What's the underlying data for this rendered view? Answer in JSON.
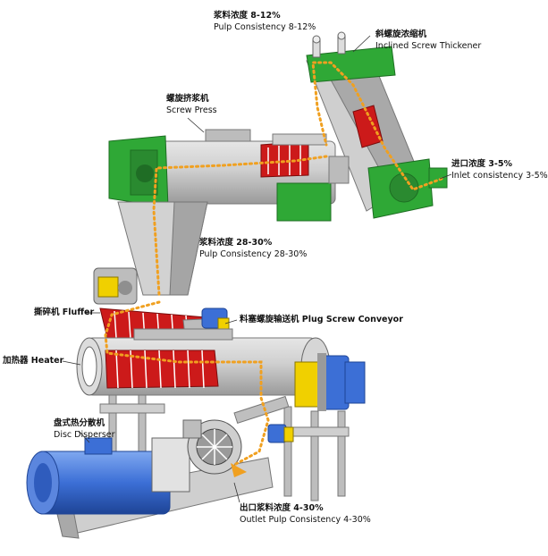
{
  "labels": {
    "pulp_top": {
      "zh": "浆料浓度 8-12%",
      "en": "Pulp Consistency 8-12%"
    },
    "thickener": {
      "zh": "斜螺旋浓缩机",
      "en": "Inclined Screw Thickener"
    },
    "screw_press": {
      "zh": "螺旋挤浆机",
      "en": "Screw Press"
    },
    "inlet": {
      "zh": "进口浓度 3-5%",
      "en": "Inlet consistency 3-5%"
    },
    "pulp_mid": {
      "zh": "浆料浓度 28-30%",
      "en": "Pulp Consistency 28-30%"
    },
    "fluffer": {
      "text": "撕碎机 Fluffer"
    },
    "plug_conveyor": {
      "text": "料塞螺旋输送机 Plug Screw Conveyor"
    },
    "heater": {
      "text": "加热器 Heater"
    },
    "disperser": {
      "zh": "盘式热分散机",
      "en": "Disc Disperser"
    },
    "outlet": {
      "zh": "出口浆料浓度 4-30%",
      "en": "Outlet Pulp Consistency 4-30%"
    }
  },
  "colors": {
    "green": "#2fa836",
    "gray": "#c9c9c9",
    "dark_gray": "#8f8f8f",
    "red": "#cc1a1a",
    "yellow": "#f0d000",
    "blue": "#3c6fd6",
    "flow": "#f0a020"
  }
}
